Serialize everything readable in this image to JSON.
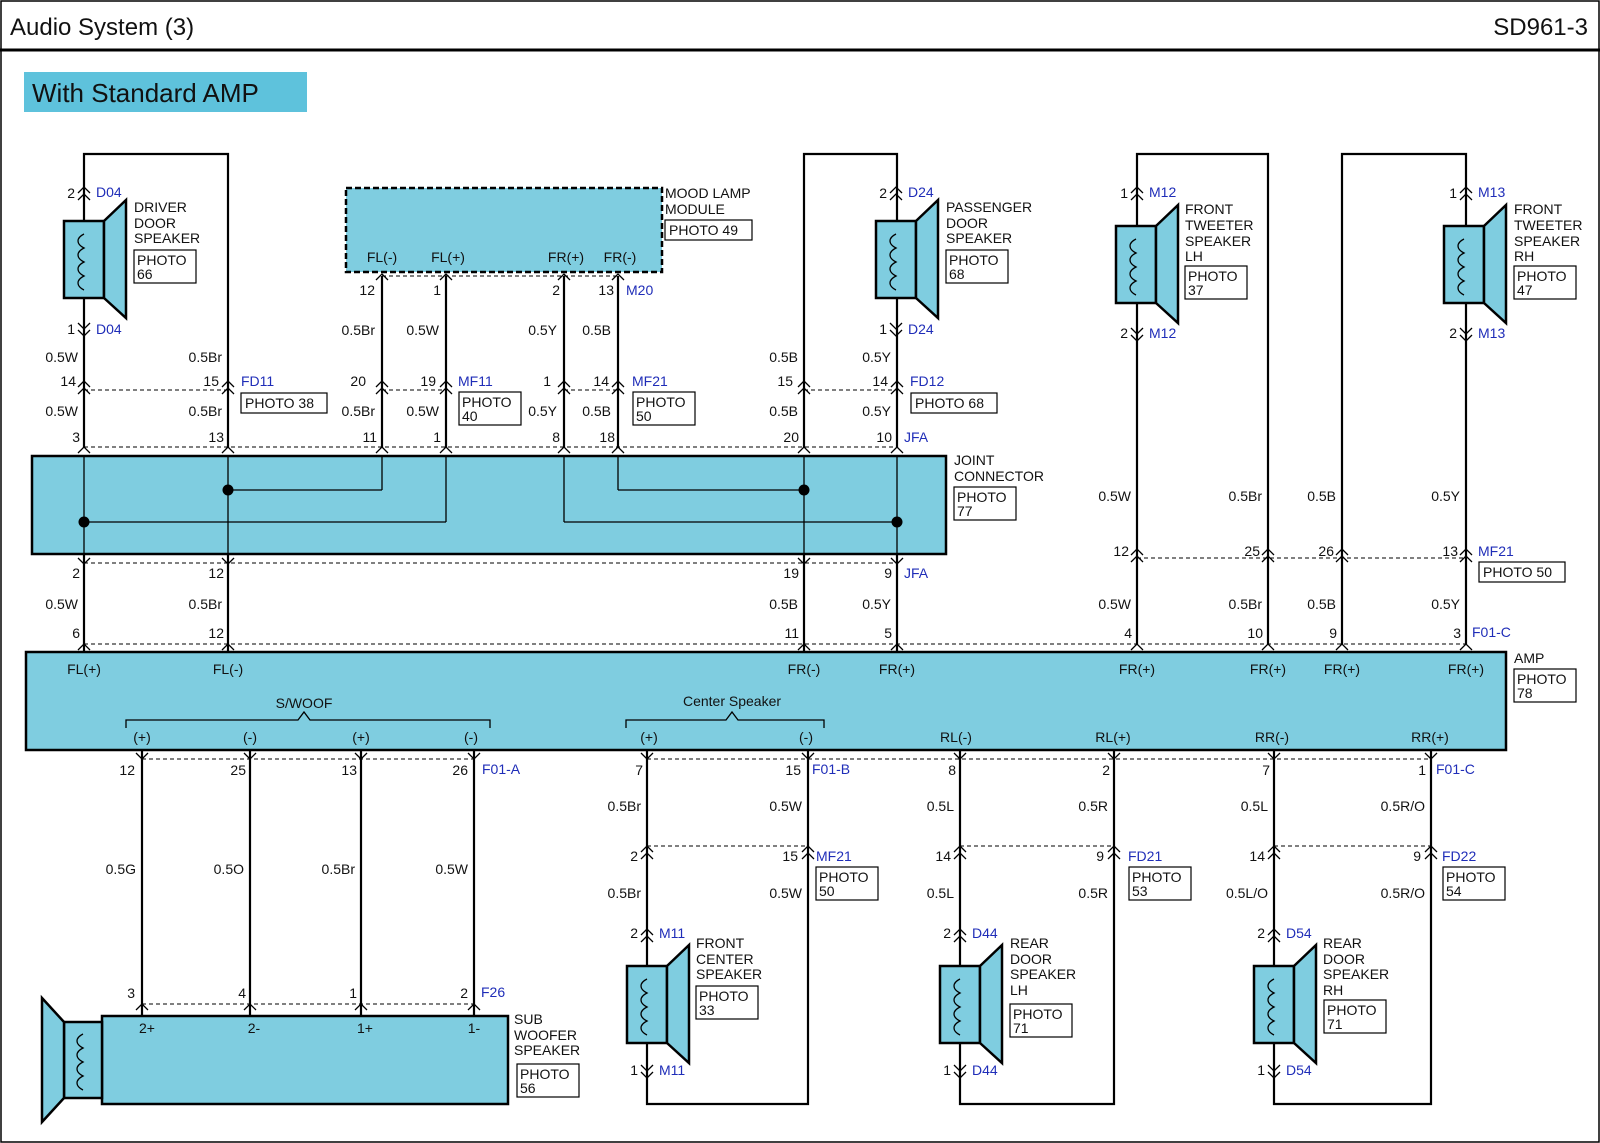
{
  "header": {
    "title": "Audio System (3)",
    "code": "SD961-3"
  },
  "banner": "With Standard AMP",
  "colors": {
    "component_fill": "#7fcde0",
    "connector_text": "#1f2db8",
    "line": "#000000"
  },
  "components": {
    "driver_spk": {
      "name": [
        "DRIVER",
        "DOOR",
        "SPEAKER"
      ],
      "photo": [
        "PHOTO",
        "66"
      ]
    },
    "mood_lamp": {
      "name": [
        "MOOD LAMP",
        "MODULE"
      ],
      "photo": [
        "PHOTO 49"
      ],
      "pins": [
        "FL(-)",
        "FL(+)",
        "FR(+)",
        "FR(-)"
      ]
    },
    "pass_spk": {
      "name": [
        "PASSENGER",
        "DOOR",
        "SPEAKER"
      ],
      "photo": [
        "PHOTO",
        "68"
      ]
    },
    "tw_lh": {
      "name": [
        "FRONT",
        "TWEETER",
        "SPEAKER",
        "LH"
      ],
      "photo": [
        "PHOTO",
        "37"
      ]
    },
    "tw_rh": {
      "name": [
        "FRONT",
        "TWEETER",
        "SPEAKER",
        "RH"
      ],
      "photo": [
        "PHOTO",
        "47"
      ]
    },
    "joint": {
      "name": [
        "JOINT",
        "CONNECTOR"
      ],
      "photo": [
        "PHOTO",
        "77"
      ]
    },
    "amp": {
      "name": [
        "AMP"
      ],
      "photo": [
        "PHOTO",
        "78"
      ],
      "top_pins": [
        "FL(+)",
        "FL(-)",
        "FR(-)",
        "FR(+)",
        "FR(+)",
        "FR(+)",
        "FR(+)",
        "FR(+)"
      ],
      "swoof_label": "S/WOOF",
      "center_label": "Center Speaker",
      "bottom_pins": [
        "(+)",
        "(-)",
        "(+)",
        "(-)",
        "(+)",
        "(-)",
        "RL(-)",
        "RL(+)",
        "RR(-)",
        "RR(+)"
      ]
    },
    "sub": {
      "name": [
        "SUB",
        "WOOFER",
        "SPEAKER"
      ],
      "photo": [
        "PHOTO",
        "56"
      ],
      "pins": [
        "2+",
        "2-",
        "1+",
        "1-"
      ]
    },
    "center_spk": {
      "name": [
        "FRONT",
        "CENTER",
        "SPEAKER"
      ],
      "photo": [
        "PHOTO",
        "33"
      ]
    },
    "rear_lh": {
      "name": [
        "REAR",
        "DOOR",
        "SPEAKER",
        "LH"
      ],
      "photo": [
        "PHOTO",
        "71"
      ]
    },
    "rear_rh": {
      "name": [
        "REAR",
        "DOOR",
        "SPEAKER",
        "RH"
      ],
      "photo": [
        "PHOTO",
        "71"
      ]
    }
  },
  "photo_refs": {
    "fd11": [
      "PHOTO 38"
    ],
    "mf11": [
      "PHOTO",
      "40"
    ],
    "mf21a": [
      "PHOTO",
      "50"
    ],
    "fd12": [
      "PHOTO 68"
    ],
    "mf21b": [
      "PHOTO 50"
    ],
    "mf21c": [
      "PHOTO",
      "50"
    ],
    "fd21": [
      "PHOTO",
      "53"
    ],
    "fd22": [
      "PHOTO",
      "54"
    ]
  },
  "connectors": {
    "D04a": "D04",
    "D04b": "D04",
    "M20": "M20",
    "D24a": "D24",
    "D24b": "D24",
    "M12a": "M12",
    "M12b": "M12",
    "M13a": "M13",
    "M13b": "M13",
    "FD11": "FD11",
    "MF11": "MF11",
    "MF21a": "MF21",
    "FD12": "FD12",
    "JFAa": "JFA",
    "JFAb": "JFA",
    "MF21b": "MF21",
    "F01Ca": "F01-C",
    "F01A": "F01-A",
    "F01B": "F01-B",
    "F01Cb": "F01-C",
    "MF21c": "MF21",
    "FD21": "FD21",
    "FD22": "FD22",
    "M11a": "M11",
    "M11b": "M11",
    "D44a": "D44",
    "D44b": "D44",
    "D54a": "D54",
    "D54b": "D54",
    "F26": "F26"
  },
  "pins": {
    "d04_2": "2",
    "d04_1": "1",
    "m20_12": "12",
    "m20_1": "1",
    "m20_2": "2",
    "m20_13": "13",
    "d24_2": "2",
    "d24_1": "1",
    "m12_1": "1",
    "m12_2": "2",
    "m13_1": "1",
    "m13_2": "2",
    "fd11_14": "14",
    "fd11_15": "15",
    "mf11_20": "20",
    "mf11_19": "19",
    "mf21_1": "1",
    "mf21_14": "14",
    "fd12_15": "15",
    "fd12_14": "14",
    "jt_3": "3",
    "jt_13": "13",
    "jt_11": "11",
    "jt_1": "1",
    "jt_8": "8",
    "jt_18": "18",
    "jt_20": "20",
    "jt_10": "10",
    "jb_2": "2",
    "jb_12": "12",
    "jb_19": "19",
    "jb_9": "9",
    "mf21b_12": "12",
    "mf21b_25": "25",
    "mf21b_26": "26",
    "mf21b_13": "13",
    "at_6": "6",
    "at_12": "12",
    "at_11": "11",
    "at_5": "5",
    "at_4": "4",
    "at_10": "10",
    "at_9": "9",
    "at_3": "3",
    "ab_12": "12",
    "ab_25": "25",
    "ab_13": "13",
    "ab_26": "26",
    "ab_7": "7",
    "ab_15": "15",
    "ab_8": "8",
    "ab_2": "2",
    "ab_7b": "7",
    "ab_1": "1",
    "mf21c_2": "2",
    "mf21c_15": "15",
    "fd21_14": "14",
    "fd21_9": "9",
    "fd22_14": "14",
    "fd22_9": "9",
    "m11_2": "2",
    "m11_1": "1",
    "d44_2": "2",
    "d44_1": "1",
    "d54_2": "2",
    "d54_1": "1",
    "f26_3": "3",
    "f26_4": "4",
    "f26_1": "1",
    "f26_2": "2"
  },
  "wires": {
    "w1": "0.5W",
    "w2": "0.5Br",
    "w3": "0.5W",
    "w4": "0.5Br",
    "w5": "0.5Br",
    "w6": "0.5W",
    "w7": "0.5Y",
    "w8": "0.5B",
    "w9": "0.5Br",
    "w10": "0.5W",
    "w11": "0.5Y",
    "w12": "0.5B",
    "w13": "0.5B",
    "w14": "0.5Y",
    "w15": "0.5B",
    "w16": "0.5Y",
    "w17": "0.5W",
    "w18": "0.5Br",
    "w19": "0.5B",
    "w20": "0.5Y",
    "w21": "0.5W",
    "w22": "0.5Br",
    "w23": "0.5B",
    "w24": "0.5Y",
    "w25": "0.5W",
    "w26": "0.5Br",
    "w27": "0.5B",
    "w28": "0.5Y",
    "w29": "0.5G",
    "w30": "0.5O",
    "w31": "0.5Br",
    "w32": "0.5W",
    "w33": "0.5Br",
    "w34": "0.5W",
    "w35": "0.5L",
    "w36": "0.5R",
    "w37": "0.5L",
    "w38": "0.5R/O",
    "w39": "0.5Br",
    "w40": "0.5W",
    "w41": "0.5L",
    "w42": "0.5R",
    "w43": "0.5L/O",
    "w44": "0.5R/O"
  }
}
